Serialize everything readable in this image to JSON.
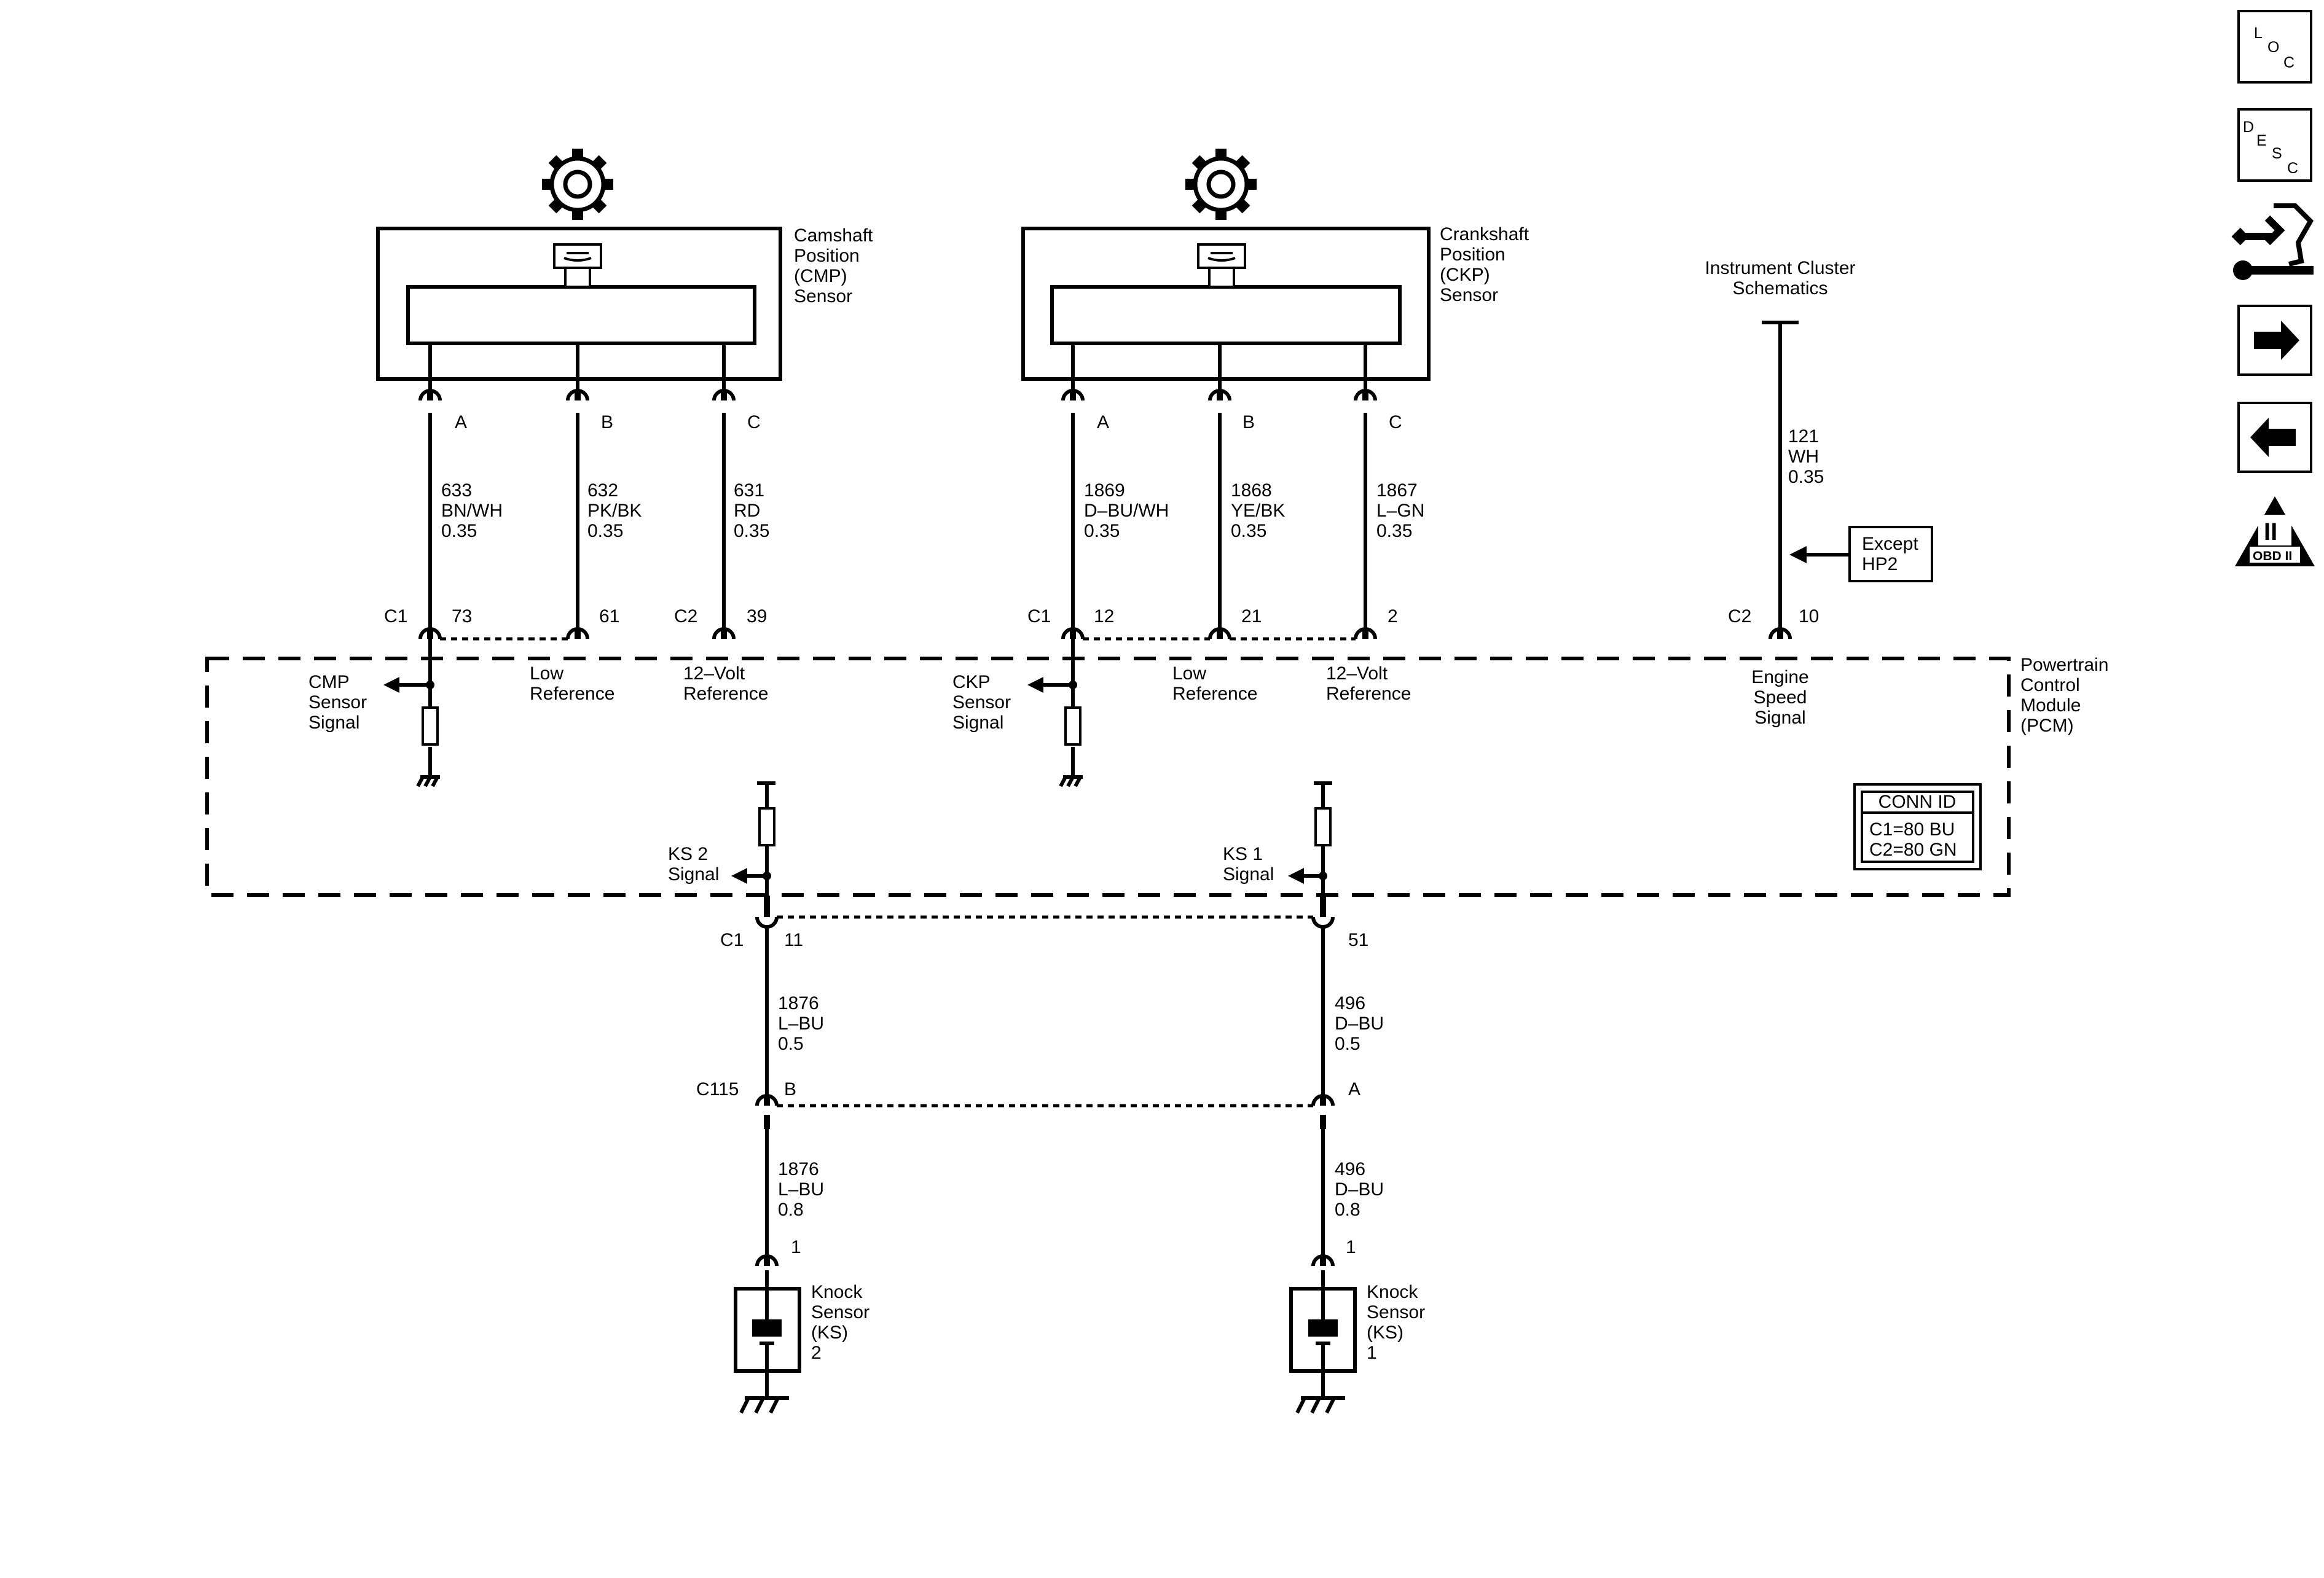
{
  "cmp_sensor": {
    "name": [
      "Camshaft",
      "Position",
      "(CMP)",
      "Sensor"
    ],
    "pins": [
      {
        "pin": "A",
        "circuit": "633",
        "color": "BN/WH",
        "size": "0.35",
        "pcm_conn": "C1",
        "pcm_pin": "73",
        "pcm_label": [
          "CMP",
          "Sensor",
          "Signal"
        ]
      },
      {
        "pin": "B",
        "circuit": "632",
        "color": "PK/BK",
        "size": "0.35",
        "pcm_conn": "",
        "pcm_pin": "61",
        "pcm_label": [
          "Low",
          "Reference"
        ]
      },
      {
        "pin": "C",
        "circuit": "631",
        "color": "RD",
        "size": "0.35",
        "pcm_conn": "C2",
        "pcm_pin": "39",
        "pcm_label": [
          "12–Volt",
          "Reference"
        ]
      }
    ]
  },
  "ckp_sensor": {
    "name": [
      "Crankshaft",
      "Position",
      "(CKP)",
      "Sensor"
    ],
    "pins": [
      {
        "pin": "A",
        "circuit": "1869",
        "color": "D–BU/WH",
        "size": "0.35",
        "pcm_conn": "C1",
        "pcm_pin": "12",
        "pcm_label": [
          "CKP",
          "Sensor",
          "Signal"
        ]
      },
      {
        "pin": "B",
        "circuit": "1868",
        "color": "YE/BK",
        "size": "0.35",
        "pcm_conn": "",
        "pcm_pin": "21",
        "pcm_label": [
          "Low",
          "Reference"
        ]
      },
      {
        "pin": "C",
        "circuit": "1867",
        "color": "L–GN",
        "size": "0.35",
        "pcm_conn": "",
        "pcm_pin": "2",
        "pcm_label": [
          "12–Volt",
          "Reference"
        ]
      }
    ]
  },
  "instrument_cluster": {
    "title": [
      "Instrument Cluster",
      "Schematics"
    ],
    "circuit": "121",
    "color": "WH",
    "size": "0.35",
    "note": [
      "Except",
      "HP2"
    ],
    "pcm_conn": "C2",
    "pcm_pin": "10",
    "pcm_label": [
      "Engine",
      "Speed",
      "Signal"
    ]
  },
  "pcm": {
    "name": [
      "Powertrain",
      "Control",
      "Module",
      "(PCM)"
    ],
    "conn_id": {
      "title": "CONN ID",
      "rows": [
        "C1=80 BU",
        "C2=80 GN"
      ]
    }
  },
  "knock_sensors": [
    {
      "pcm_label": [
        "KS 2",
        "Signal"
      ],
      "pcm_conn": "C1",
      "pcm_pin": "11",
      "upper": {
        "circuit": "1876",
        "color": "L–BU",
        "size": "0.5"
      },
      "inline_conn": "C115",
      "inline_pin": "B",
      "lower": {
        "circuit": "1876",
        "color": "L–BU",
        "size": "0.8"
      },
      "sensor_pin": "1",
      "name": [
        "Knock",
        "Sensor",
        "(KS)",
        "2"
      ]
    },
    {
      "pcm_label": [
        "KS 1",
        "Signal"
      ],
      "pcm_conn": "",
      "pcm_pin": "51",
      "upper": {
        "circuit": "496",
        "color": "D–BU",
        "size": "0.5"
      },
      "inline_conn": "",
      "inline_pin": "A",
      "lower": {
        "circuit": "496",
        "color": "D–BU",
        "size": "0.8"
      },
      "sensor_pin": "1",
      "name": [
        "Knock",
        "Sensor",
        "(KS)",
        "1"
      ]
    }
  ],
  "sidebar": {
    "loc": {
      "l1": "L",
      "l2": "O",
      "l3": "C"
    },
    "desc": {
      "l1": "D",
      "l2": "E",
      "l3": "S",
      "l4": "C"
    },
    "obd": {
      "numeral": "II",
      "label": "OBD II"
    },
    "icons": [
      "loc-icon",
      "desc-icon",
      "vehicle-service-icon",
      "next-arrow-icon",
      "previous-arrow-icon",
      "obd-ii-icon"
    ]
  }
}
